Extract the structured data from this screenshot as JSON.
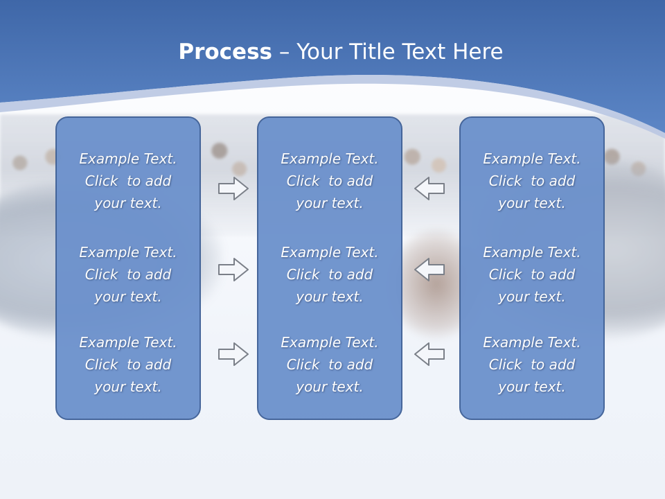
{
  "slide": {
    "title_bold": "Process",
    "title_rest": " – Your Title Text Here"
  },
  "columns": [
    {
      "items": [
        {
          "line1": "Example Text.",
          "line2": "Click  to add",
          "line3": "your text."
        },
        {
          "line1": "Example Text.",
          "line2": "Click  to add",
          "line3": "your text."
        },
        {
          "line1": "Example Text.",
          "line2": "Click  to add",
          "line3": "your text."
        }
      ]
    },
    {
      "items": [
        {
          "line1": "Example Text.",
          "line2": "Click  to add",
          "line3": "your text."
        },
        {
          "line1": "Example Text.",
          "line2": "Click  to add",
          "line3": "your text."
        },
        {
          "line1": "Example Text.",
          "line2": "Click  to add",
          "line3": "your text."
        }
      ]
    },
    {
      "items": [
        {
          "line1": "Example Text.",
          "line2": "Click  to add",
          "line3": "your text."
        },
        {
          "line1": "Example Text.",
          "line2": "Click  to add",
          "line3": "your text."
        },
        {
          "line1": "Example Text.",
          "line2": "Click  to add",
          "line3": "your text."
        }
      ]
    }
  ],
  "icons": {
    "left_arrows": [
      "arrow-right-icon",
      "arrow-right-icon",
      "arrow-right-icon"
    ],
    "right_arrows": [
      "arrow-left-icon",
      "arrow-left-icon",
      "arrow-left-icon"
    ]
  },
  "colors": {
    "header_blue": "#4a76b8",
    "card_fill": "#6c91cc",
    "card_border": "#3d5f96",
    "text": "#ffffff"
  }
}
